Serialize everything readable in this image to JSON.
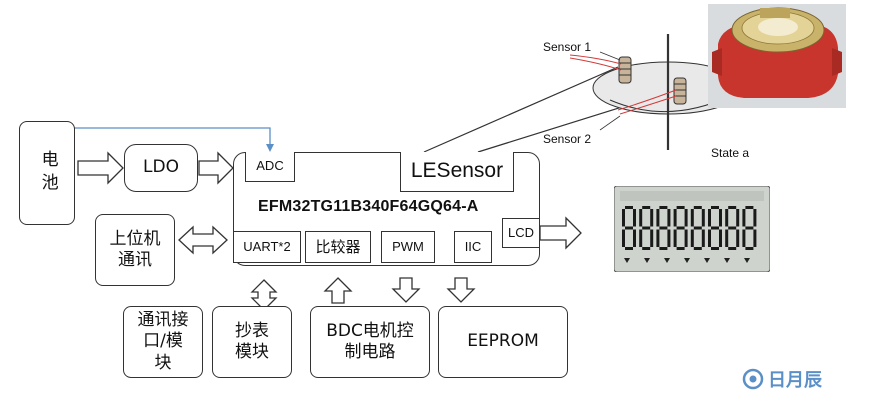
{
  "battery": {
    "label": "电池"
  },
  "ldo": {
    "label": "LDO"
  },
  "mcu": {
    "title": "EFM32TG11B340F64GQ64-A",
    "adc": "ADC",
    "lesensor": "LESensor",
    "uart": "UART*2",
    "comparator": "比较器",
    "pwm": "PWM",
    "iic": "IIC",
    "lcd": "LCD"
  },
  "host_comm": {
    "label": "上位机通讯"
  },
  "comm_interface": {
    "label": "通讯接口/模块"
  },
  "meter_read": {
    "label": "抄表模块"
  },
  "bdc_motor": {
    "label": "BDC电机控制电路"
  },
  "eeprom": {
    "label": "EEPROM"
  },
  "sensor_diagram": {
    "sensor1": "Sensor 1",
    "sensor2": "Sensor 2",
    "state": "State a"
  },
  "lcd_display": {
    "digits": "88888888"
  },
  "watermark": {
    "text": "日月辰"
  },
  "colors": {
    "line": "#333333",
    "accent": "#5b8fc7",
    "lcd_bg": "#cfd3ce",
    "lcd_seg": "#1a1a1a"
  }
}
